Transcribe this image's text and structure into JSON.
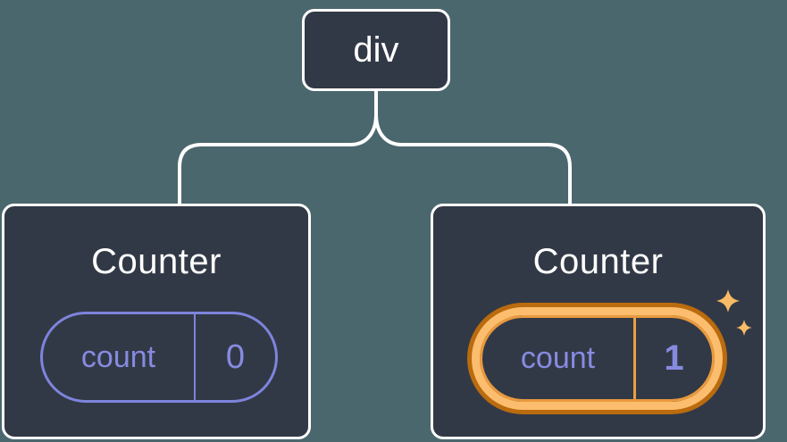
{
  "diagram": {
    "description": "React render tree: a div parent with two Counter component children showing state pills",
    "root_node": {
      "label": "div"
    },
    "children": [
      {
        "title": "Counter",
        "state_key": "count",
        "state_value": "0",
        "highlighted": false
      },
      {
        "title": "Counter",
        "state_key": "count",
        "state_value": "1",
        "highlighted": true
      }
    ]
  },
  "icons": {
    "sparkles": "two four-point stars marking updated state"
  },
  "colors": {
    "background": "#4B676E",
    "node_fill": "#323946",
    "node_border": "#FFFFFF",
    "connector": "#FFFFFF",
    "state_accent_purple": "#868BE1",
    "state_outline_purple": "#7E84DD",
    "highlight_band_orange": "#FCBE6E",
    "highlight_ring_dark_orange": "#BA6B0E",
    "highlight_divider_orange": "#EC9F44",
    "sparkle_orange": "#F8BC66"
  }
}
